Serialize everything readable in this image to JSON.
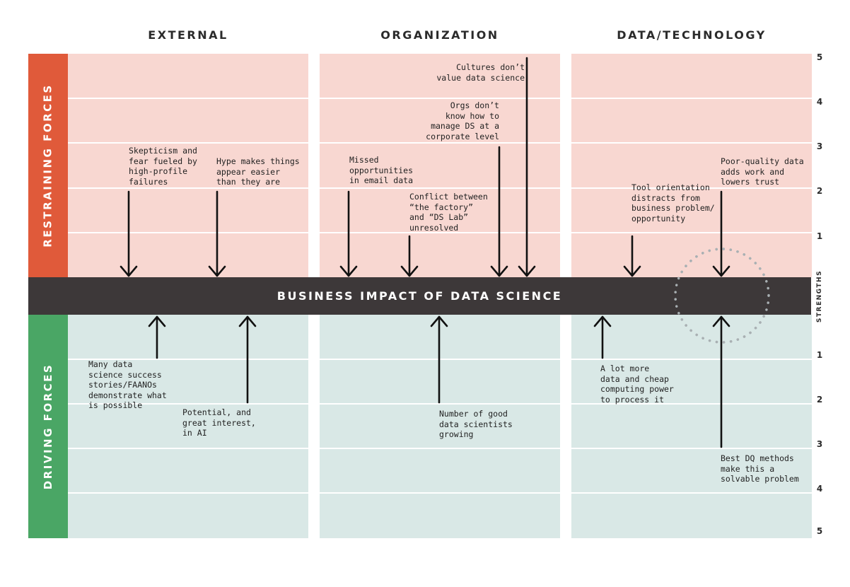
{
  "columns": [
    "EXTERNAL",
    "ORGANIZATION",
    "DATA/TECHNOLOGY"
  ],
  "restraining_label": "RESTRAINING FORCES",
  "driving_label": "DRIVING FORCES",
  "center_label": "BUSINESS IMPACT OF DATA SCIENCE",
  "scale_label": "STRENGTHS",
  "scale_top": [
    "5",
    "4",
    "3",
    "2",
    "1"
  ],
  "scale_bottom": [
    "1",
    "2",
    "3",
    "4",
    "5"
  ],
  "colors": {
    "restraining_band": "#e05a3a",
    "driving_band": "#4aa665",
    "restraining_bg": "#f8d7d1",
    "driving_bg": "#d9e8e6",
    "center_band": "#3d3839",
    "highlight_circle": "#a9b0b3"
  },
  "restraining_forces": [
    {
      "column": "EXTERNAL",
      "text": "Skepticism and\nfear fueled by\nhigh-profile\nfailures",
      "strength": 2
    },
    {
      "column": "EXTERNAL",
      "text": "Hype makes things\nappear easier\nthan they are",
      "strength": 2
    },
    {
      "column": "ORGANIZATION",
      "text": "Missed\nopportunities\nin email data",
      "strength": 2
    },
    {
      "column": "ORGANIZATION",
      "text": "Conflict between\n“the factory”\nand “DS Lab”\nunresolved",
      "strength": 1
    },
    {
      "column": "ORGANIZATION",
      "text": "Orgs don’t\nknow how to\nmanage DS at a\ncorporate level",
      "strength": 3
    },
    {
      "column": "ORGANIZATION",
      "text": "Cultures don’t\nvalue data science",
      "strength": 5
    },
    {
      "column": "DATA/TECHNOLOGY",
      "text": "Tool orientation\ndistracts from\nbusiness problem/\nopportunity",
      "strength": 1
    },
    {
      "column": "DATA/TECHNOLOGY",
      "text": "Poor-quality data\nadds work and\nlowers trust",
      "strength": 2
    }
  ],
  "driving_forces": [
    {
      "column": "EXTERNAL",
      "text": "Many data\nscience success\nstories/FAANOs\ndemonstrate what\nis possible",
      "strength": 1
    },
    {
      "column": "EXTERNAL",
      "text": "Potential, and\ngreat interest,\nin AI",
      "strength": 2
    },
    {
      "column": "ORGANIZATION",
      "text": "Number of good\ndata scientists\ngrowing",
      "strength": 2
    },
    {
      "column": "DATA/TECHNOLOGY",
      "text": "A lot more\ndata and cheap\ncomputing power\nto process it",
      "strength": 1
    },
    {
      "column": "DATA/TECHNOLOGY",
      "text": "Best DQ methods\nmake this a\nsolvable problem",
      "strength": 3
    }
  ]
}
